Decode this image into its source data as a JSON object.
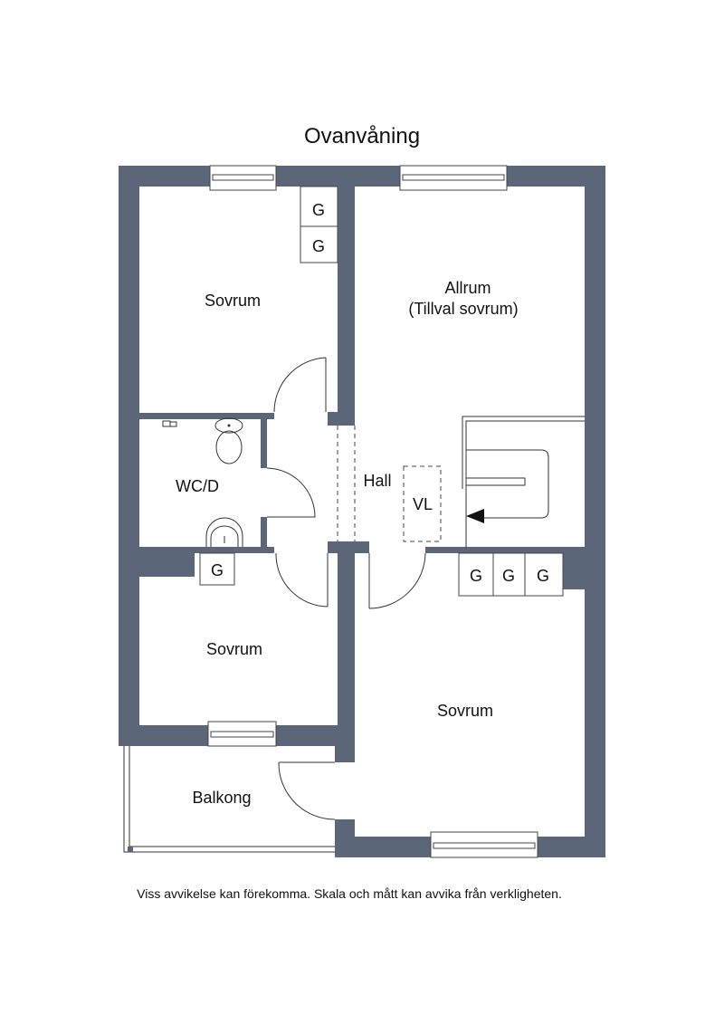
{
  "title": "Ovanvåning",
  "rooms": {
    "sovrum_top": "Sovrum",
    "allrum": "Allrum",
    "allrum_sub": "(Tillval sovrum)",
    "wc": "WC/D",
    "hall": "Hall",
    "vl": "VL",
    "sovrum_lower_left": "Sovrum",
    "sovrum_lower_right": "Sovrum",
    "balkong": "Balkong"
  },
  "closet_label": "G",
  "colors": {
    "wall": "#5b6678"
  },
  "footer": "Viss avvikelse kan förekomma. Skala och mått kan avvika från verkligheten."
}
